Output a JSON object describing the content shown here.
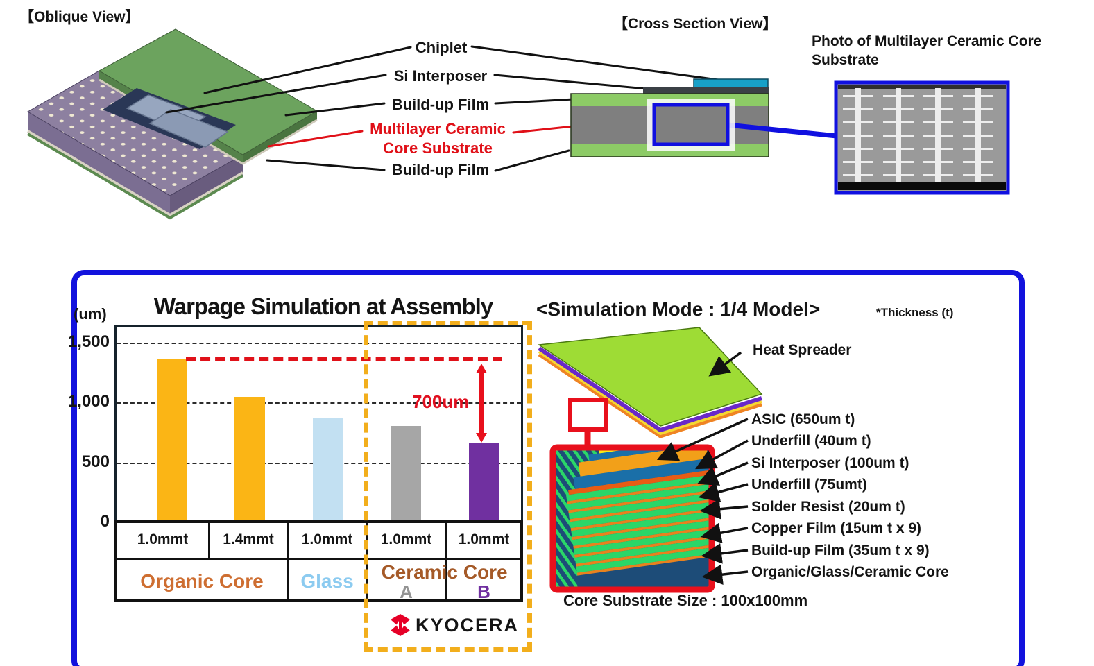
{
  "colors": {
    "panel_blue": "#1212dd",
    "accent_red": "#e8101c",
    "dashed_red": "#e01119",
    "dotted_orange": "#f2ae1c",
    "bar_gold": "#fbb515",
    "bar_lightblue": "#c2e0f2",
    "bar_gray": "#a6a6a6",
    "bar_purple": "#7030a0",
    "organic_text": "#ce6e31",
    "glass_text": "#8ccbf0",
    "ceramic_text": "#a55a28",
    "sub_a_text": "#949494",
    "sub_b_text": "#7030a0",
    "kyocera_red": "#e60027"
  },
  "oblique": {
    "title": "【Oblique View】"
  },
  "cross_section": {
    "title": "【Cross Section View】",
    "labels": {
      "chiplet": "Chiplet",
      "si_interposer": "Si Interposer",
      "buildup_top": "Build-up Film",
      "ceramic_line1": "Multilayer Ceramic",
      "ceramic_line2": "Core Substrate",
      "buildup_bottom": "Build-up Film"
    }
  },
  "photo": {
    "title_line1": "Photo of Multilayer Ceramic Core",
    "title_line2": "Substrate"
  },
  "chart": {
    "unit": "(um)",
    "y_ticks": [
      "1,500",
      "1,000",
      "500",
      "0"
    ]
  },
  "chart_data": {
    "type": "bar",
    "title": "Warpage Simulation at Assembly",
    "ylabel": "(um)",
    "ylim": [
      0,
      1640
    ],
    "yticks": [
      0,
      500,
      1000,
      1500
    ],
    "grid": "dashed-horizontal",
    "categories": [
      "Organic Core 1.0mmt",
      "Organic Core 1.4mmt",
      "Glass 1.0mmt",
      "Ceramic Core A 1.0mmt",
      "Ceramic Core B 1.0mmt"
    ],
    "values": [
      1350,
      1030,
      850,
      790,
      650
    ],
    "bar_colors": [
      "#fbb515",
      "#fbb515",
      "#c2e0f2",
      "#a6a6a6",
      "#7030a0"
    ],
    "thickness_labels": [
      "1.0mmt",
      "1.4mmt",
      "1.0mmt",
      "1.0mmt",
      "1.0mmt"
    ],
    "group_labels": {
      "organic": "Organic Core",
      "glass": "Glass",
      "ceramic": "Ceramic Core"
    },
    "sub_labels": {
      "a": "A",
      "b": "B"
    },
    "reference_line": 1350,
    "annotation": "700um",
    "highlight_box": "Ceramic Core columns outlined with orange dotted border"
  },
  "logo": {
    "brand": "KYOCERA"
  },
  "simulation": {
    "title": "<Simulation Mode : 1/4 Model>",
    "note": "*Thickness (t)",
    "heat_spreader": "Heat Spreader",
    "layer_labels": [
      "ASIC (650um t)",
      "Underfill (40um t)",
      "Si Interposer (100um t)",
      "Underfill  (75umt)",
      "Solder Resist  (20um t)",
      "Copper Film (15um t x 9)",
      "Build-up Film (35um t x 9)",
      "Organic/Glass/Ceramic Core"
    ],
    "footer": "Core Substrate Size : 100x100mm"
  }
}
